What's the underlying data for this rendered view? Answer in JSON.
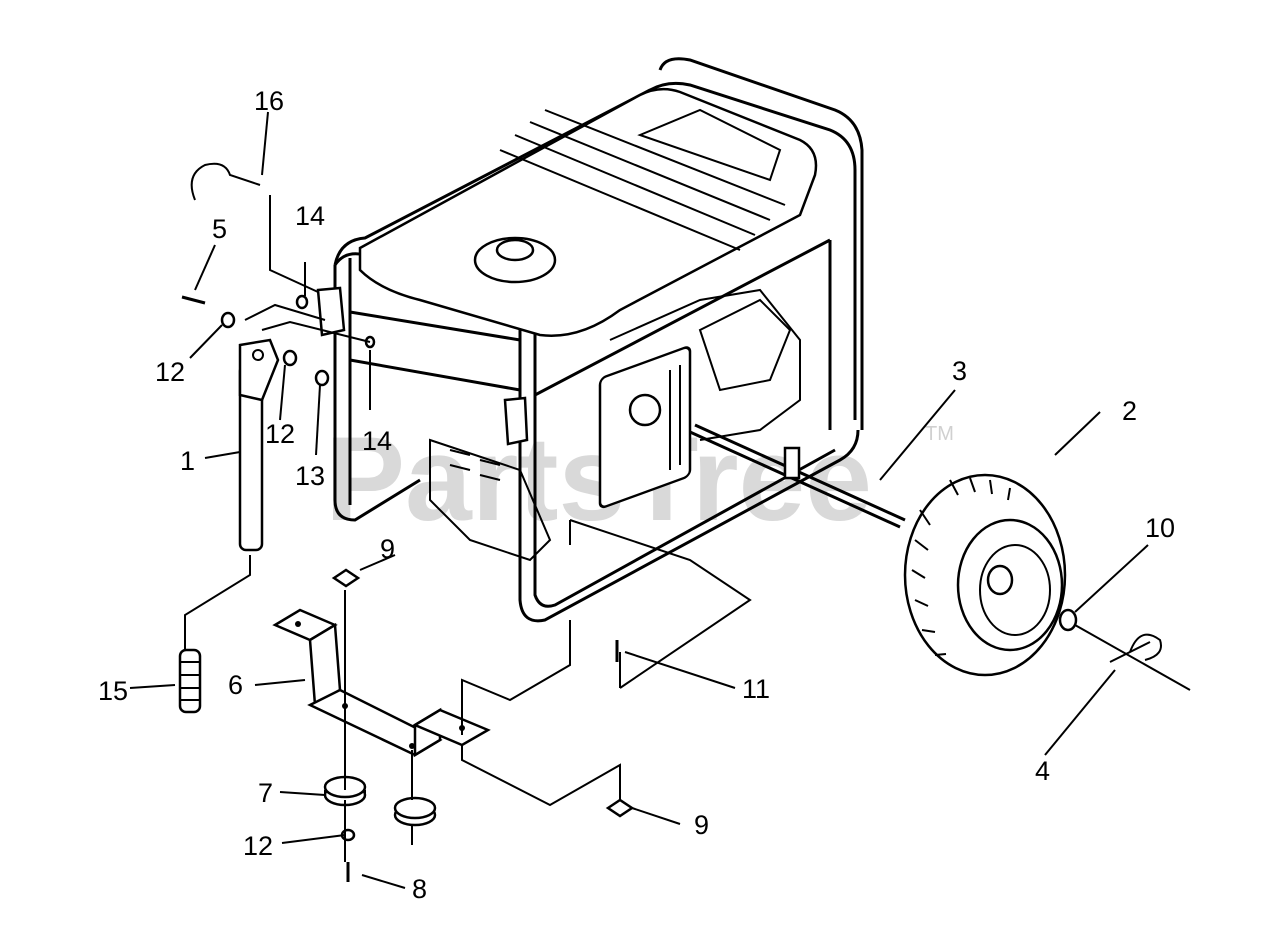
{
  "watermark": {
    "text": "PartsTree",
    "trademark": "TM"
  },
  "callouts": {
    "c1": "1",
    "c2": "2",
    "c3": "3",
    "c4": "4",
    "c5": "5",
    "c6": "6",
    "c7": "7",
    "c8": "8",
    "c9a": "9",
    "c9b": "9",
    "c10": "10",
    "c11": "11",
    "c12a": "12",
    "c12b": "12",
    "c12c": "12",
    "c13": "13",
    "c14a": "14",
    "c14b": "14",
    "c15": "15",
    "c16": "16"
  }
}
